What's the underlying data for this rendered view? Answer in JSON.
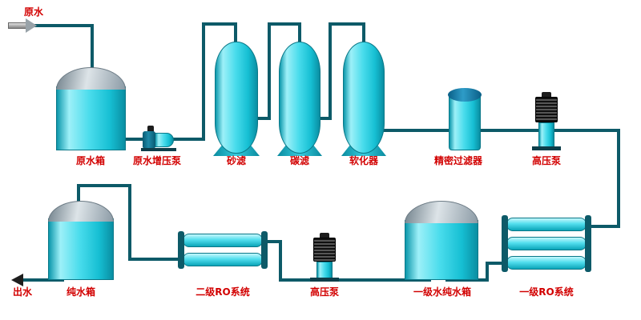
{
  "colors": {
    "equipment_cyan": "#2fd6e6",
    "pipe": "#0d5a68",
    "label_red": "#d20000",
    "tank_dome_gray": "#aab7c0",
    "pump_motor_black": "#1c1c1c"
  },
  "inlet": {
    "label": "原水"
  },
  "outlet": {
    "label": "出水"
  },
  "equipment": {
    "raw_water_tank": "原水箱",
    "raw_water_booster_pump": "原水增压泵",
    "sand_filter": "砂滤",
    "carbon_filter": "碳滤",
    "softener": "软化器",
    "precision_filter": "精密过滤器",
    "high_pressure_pump_top": "高压泵",
    "pure_water_tank": "纯水箱",
    "stage2_ro_system": "二级RO系统",
    "high_pressure_pump_bottom": "高压泵",
    "stage1_pure_water_tank": "一级水纯水箱",
    "stage1_ro_system": "一级RO系统"
  }
}
